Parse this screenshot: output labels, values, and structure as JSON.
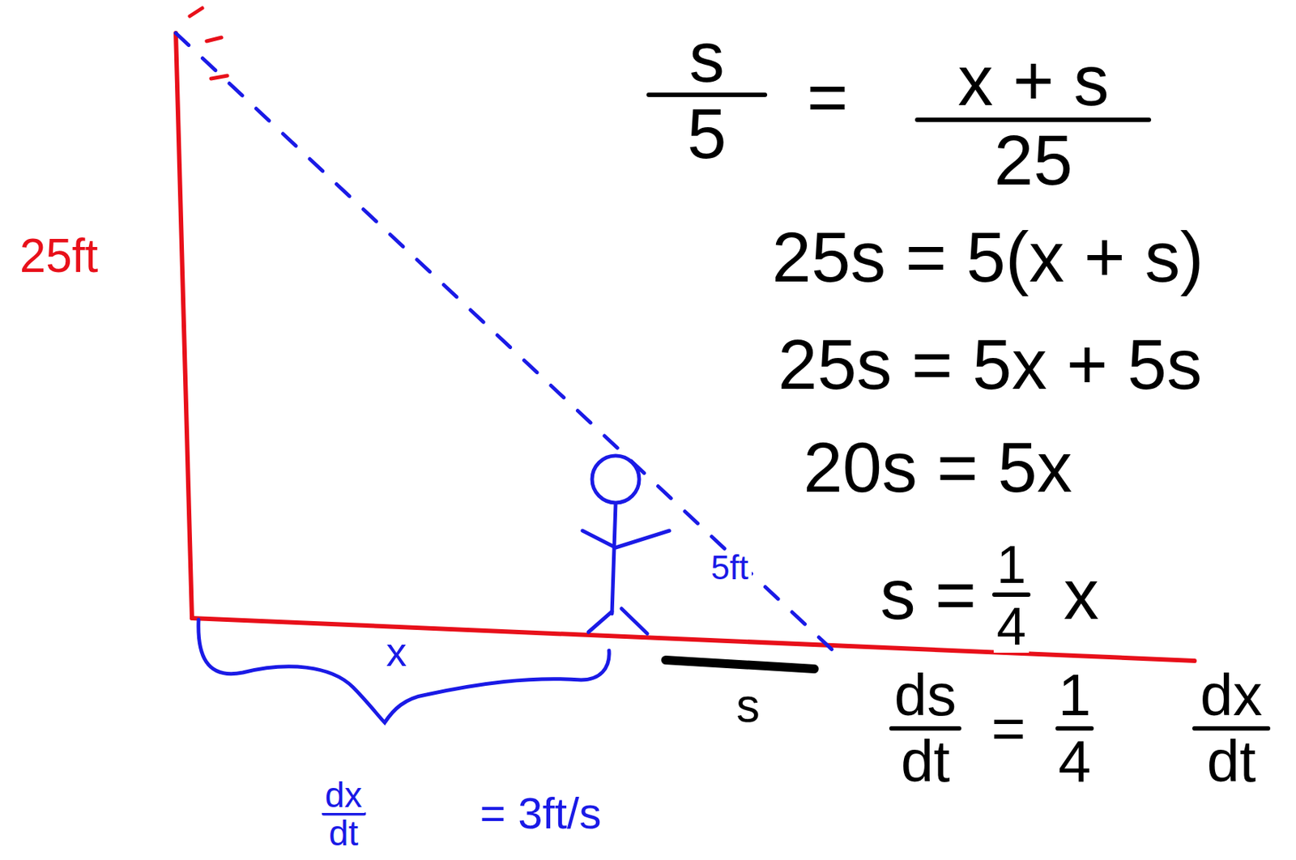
{
  "diagram": {
    "labels": [
      "25ft",
      "x",
      "5ft",
      "s",
      "dx",
      "dt",
      "= 3ft/s",
      "s",
      "5",
      "=",
      "x + s",
      "25",
      "25s = 5(x + s)",
      "25s = 5x + 5s",
      "20s = 5x",
      "s =",
      "1",
      "4",
      "x",
      "ds",
      "dt",
      "=",
      "1",
      "4",
      "dx",
      "dt"
    ]
  }
}
